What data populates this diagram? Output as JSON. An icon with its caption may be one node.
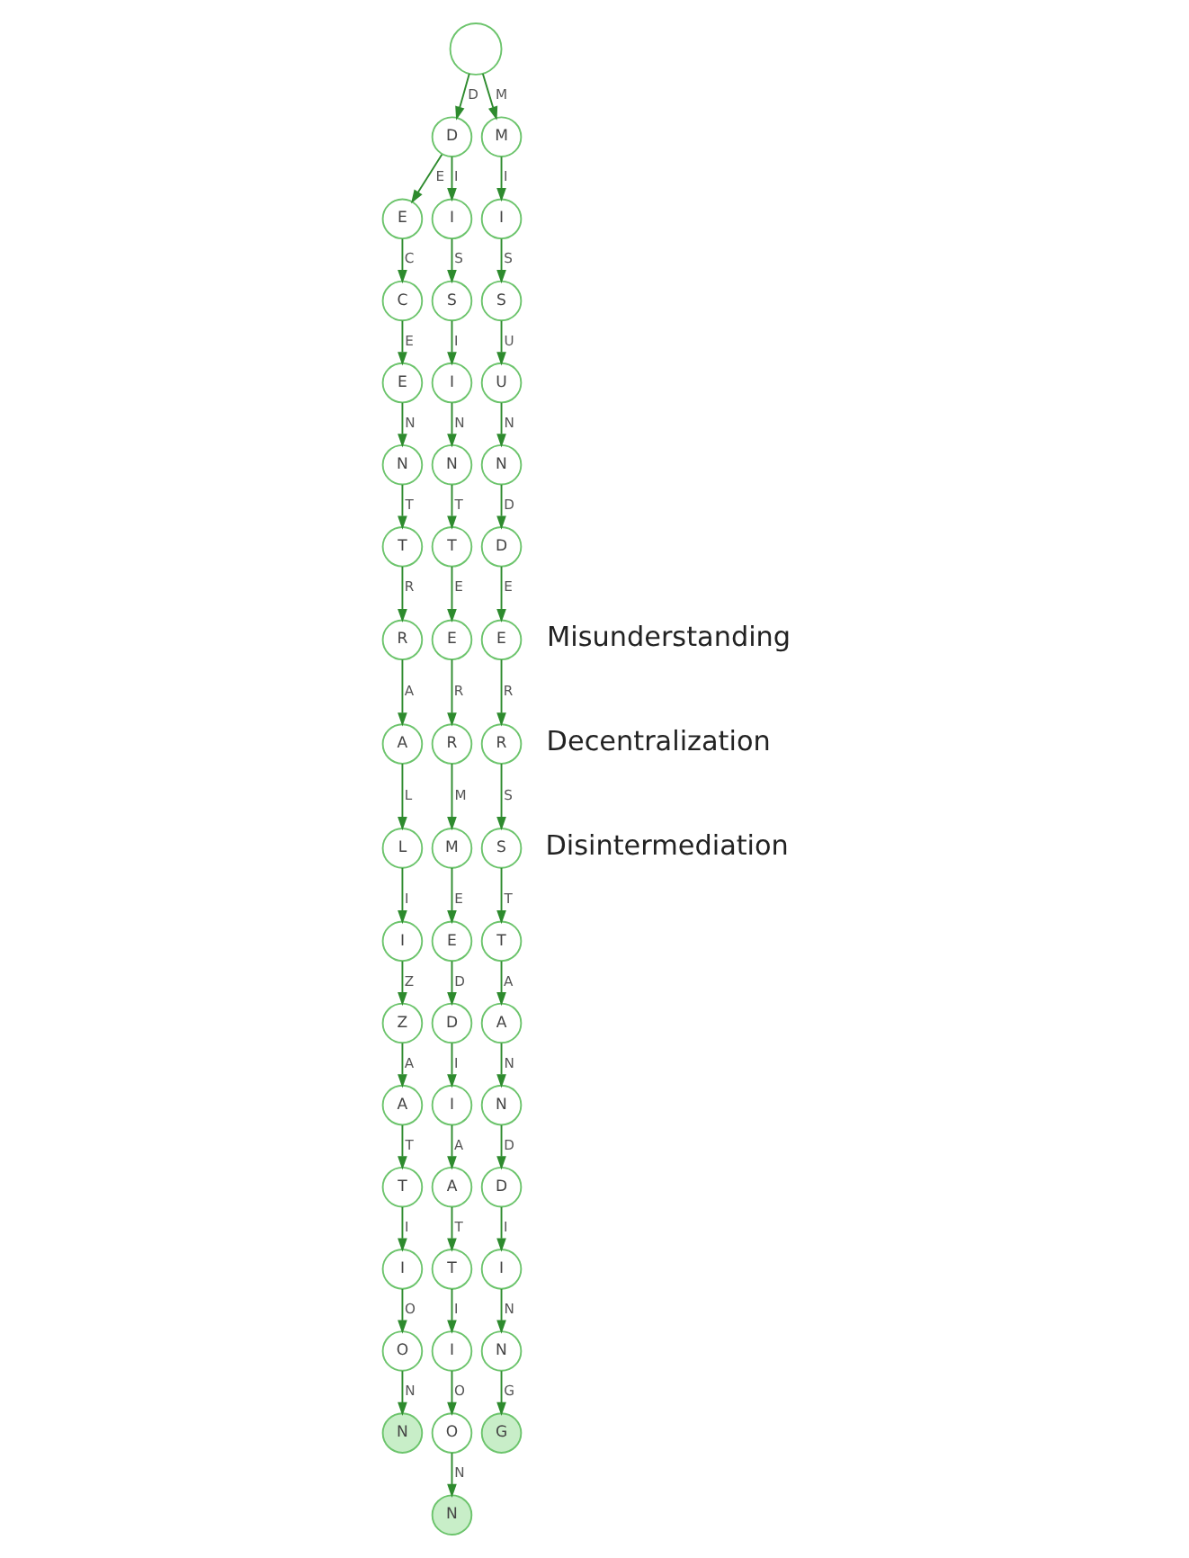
{
  "diagram": {
    "nodes": [
      {
        "text": [],
        "shape": "circle"
      },
      {
        "text": [
          "D"
        ]
      },
      {
        "text": [
          "E"
        ]
      },
      {
        "text": [
          "C"
        ]
      },
      {
        "text": [
          "E"
        ]
      },
      {
        "text": [
          "N"
        ]
      },
      {
        "text": [
          "T"
        ]
      },
      {
        "text": [
          "R"
        ]
      },
      {
        "text": [
          "A"
        ]
      },
      {
        "text": [
          "L"
        ]
      },
      {
        "text": [
          "I"
        ]
      },
      {
        "text": [
          "Z"
        ]
      },
      {
        "text": [
          "A"
        ]
      },
      {
        "text": [
          "T"
        ]
      },
      {
        "text": [
          "I"
        ]
      },
      {
        "text": [
          "O"
        ]
      },
      {
        "text": [
          "N"
        ]
      },
      {
        "text": [
          "I"
        ]
      },
      {
        "text": [
          "S"
        ]
      },
      {
        "text": [
          "I"
        ]
      },
      {
        "text": [
          "N"
        ]
      },
      {
        "text": [
          "T"
        ]
      },
      {
        "text": [
          "E"
        ]
      },
      {
        "text": [
          "R"
        ]
      },
      {
        "text": [
          "M"
        ]
      },
      {
        "text": [
          "E"
        ]
      },
      {
        "text": [
          "D"
        ]
      },
      {
        "text": [
          "I"
        ]
      },
      {
        "text": [
          "A"
        ]
      },
      {
        "text": [
          "T"
        ]
      },
      {
        "text": [
          "I"
        ]
      },
      {
        "text": [
          "O"
        ]
      },
      {
        "text": [
          "N"
        ]
      },
      {
        "text": [
          "M"
        ]
      },
      {
        "text": [
          "I"
        ]
      },
      {
        "text": [
          "S"
        ]
      },
      {
        "text": [
          "U"
        ]
      },
      {
        "text": [
          "N"
        ]
      },
      {
        "text": [
          "D"
        ]
      },
      {
        "text": [
          "E"
        ]
      },
      {
        "text": [
          "R"
        ]
      },
      {
        "text": [
          "S"
        ]
      },
      {
        "text": [
          "T"
        ]
      },
      {
        "text": [
          "A"
        ]
      },
      {
        "text": [
          "N"
        ]
      },
      {
        "text": [
          "D"
        ]
      },
      {
        "text": [
          "I"
        ]
      },
      {
        "text": [
          "N"
        ]
      },
      {
        "text": [
          "G"
        ]
      }
    ],
    "edges": [
      {
        "from": 0,
        "to": 1,
        "arrow": "to",
        "label": "D"
      },
      {
        "from": 1,
        "to": 2,
        "arrow": "to",
        "label": "E"
      },
      {
        "from": 2,
        "to": 3,
        "arrow": "to",
        "label": "C"
      },
      {
        "from": 3,
        "to": 4,
        "arrow": "to",
        "label": "E"
      },
      {
        "from": 4,
        "to": 5,
        "arrow": "to",
        "label": "N"
      },
      {
        "from": 5,
        "to": 6,
        "arrow": "to",
        "label": "T"
      },
      {
        "from": 6,
        "to": 7,
        "arrow": "to",
        "label": "R"
      },
      {
        "from": 7,
        "to": 8,
        "arrow": "to",
        "label": "A"
      },
      {
        "from": 8,
        "to": 9,
        "arrow": "to",
        "label": "L"
      },
      {
        "from": 9,
        "to": 10,
        "arrow": "to",
        "label": "I"
      },
      {
        "from": 10,
        "to": 11,
        "arrow": "to",
        "label": "Z"
      },
      {
        "from": 11,
        "to": 12,
        "arrow": "to",
        "label": "A"
      },
      {
        "from": 12,
        "to": 13,
        "arrow": "to",
        "label": "T"
      },
      {
        "from": 13,
        "to": 14,
        "arrow": "to",
        "label": "I"
      },
      {
        "from": 14,
        "to": 15,
        "arrow": "to",
        "label": "O"
      },
      {
        "from": 15,
        "to": 16,
        "arrow": "to",
        "label": "N"
      },
      {
        "from": 1,
        "to": 17,
        "arrow": "to",
        "label": "I"
      },
      {
        "from": 17,
        "to": 18,
        "arrow": "to",
        "label": "S"
      },
      {
        "from": 18,
        "to": 19,
        "arrow": "to",
        "label": "I"
      },
      {
        "from": 19,
        "to": 20,
        "arrow": "to",
        "label": "N"
      },
      {
        "from": 20,
        "to": 21,
        "arrow": "to",
        "label": "T"
      },
      {
        "from": 21,
        "to": 22,
        "arrow": "to",
        "label": "E"
      },
      {
        "from": 22,
        "to": 23,
        "arrow": "to",
        "label": "R"
      },
      {
        "from": 23,
        "to": 24,
        "arrow": "to",
        "label": "M"
      },
      {
        "from": 24,
        "to": 25,
        "arrow": "to",
        "label": "E"
      },
      {
        "from": 25,
        "to": 26,
        "arrow": "to",
        "label": "D"
      },
      {
        "from": 26,
        "to": 27,
        "arrow": "to",
        "label": "I"
      },
      {
        "from": 27,
        "to": 28,
        "arrow": "to",
        "label": "A"
      },
      {
        "from": 28,
        "to": 29,
        "arrow": "to",
        "label": "T"
      },
      {
        "from": 29,
        "to": 30,
        "arrow": "to",
        "label": "I"
      },
      {
        "from": 30,
        "to": 31,
        "arrow": "to",
        "label": "O"
      },
      {
        "from": 31,
        "to": 32,
        "arrow": "to",
        "label": "N"
      },
      {
        "from": 0,
        "to": 33,
        "arrow": "to",
        "label": "M"
      },
      {
        "from": 33,
        "to": 34,
        "arrow": "to",
        "label": "I"
      },
      {
        "from": 34,
        "to": 35,
        "arrow": "to",
        "label": "S"
      },
      {
        "from": 35,
        "to": 36,
        "arrow": "to",
        "label": "U"
      },
      {
        "from": 36,
        "to": 37,
        "arrow": "to",
        "label": "N"
      },
      {
        "from": 37,
        "to": 38,
        "arrow": "to",
        "label": "D"
      },
      {
        "from": 38,
        "to": 39,
        "arrow": "to",
        "label": "E"
      },
      {
        "from": 39,
        "to": 40,
        "arrow": "to",
        "label": "R"
      },
      {
        "from": 40,
        "to": 41,
        "arrow": "to",
        "label": "S"
      },
      {
        "from": 41,
        "to": 42,
        "arrow": "to",
        "label": "T"
      },
      {
        "from": 42,
        "to": 43,
        "arrow": "to",
        "label": "A"
      },
      {
        "from": 43,
        "to": 44,
        "arrow": "to",
        "label": "N"
      },
      {
        "from": 44,
        "to": 45,
        "arrow": "to",
        "label": "D"
      },
      {
        "from": 45,
        "to": 46,
        "arrow": "to",
        "label": "I"
      },
      {
        "from": 46,
        "to": 47,
        "arrow": "to",
        "label": "N"
      },
      {
        "from": 47,
        "to": 48,
        "arrow": "to",
        "label": "G"
      }
    ],
    "labels": [
      "Misunderstanding",
      "Decentralization",
      "Disintermediation"
    ]
  }
}
